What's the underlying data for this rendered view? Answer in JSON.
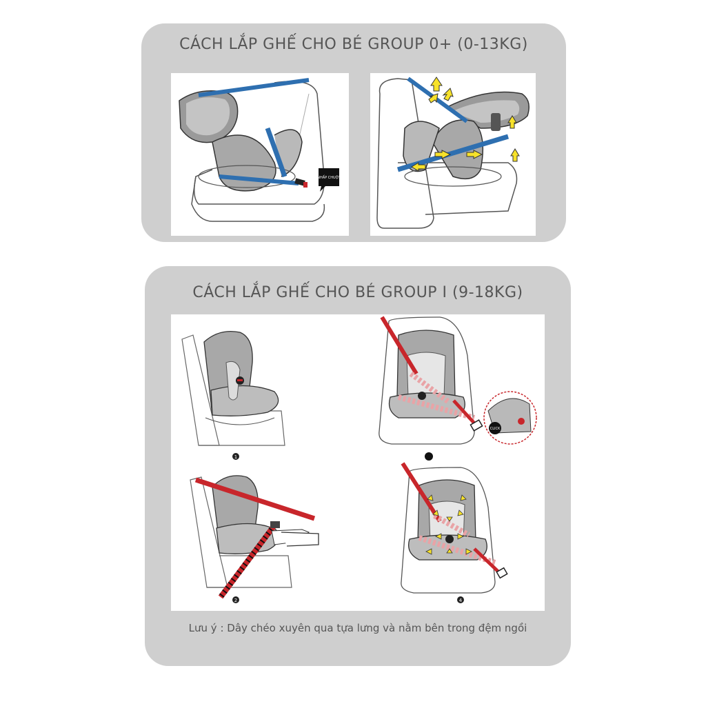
{
  "section1": {
    "title": "CÁCH LẮP GHẾ CHO BÉ GROUP 0+ (0-13KG)",
    "callout": "NHẤP CHUỘT"
  },
  "section2": {
    "title": "CÁCH LẮP GHẾ CHO BÉ GROUP I (9-18KG)",
    "steps": [
      "1",
      "2",
      "",
      "4"
    ],
    "click_label": "CLICK",
    "note": "Lưu ý : Dây chéo xuyên qua tựa lưng và nằm bên trong đệm ngồi"
  },
  "colors": {
    "panel": "#cfcfcf",
    "belt_blue": "#2e6fb0",
    "belt_red": "#c8262b",
    "arrow_yellow": "#f7e22a"
  }
}
